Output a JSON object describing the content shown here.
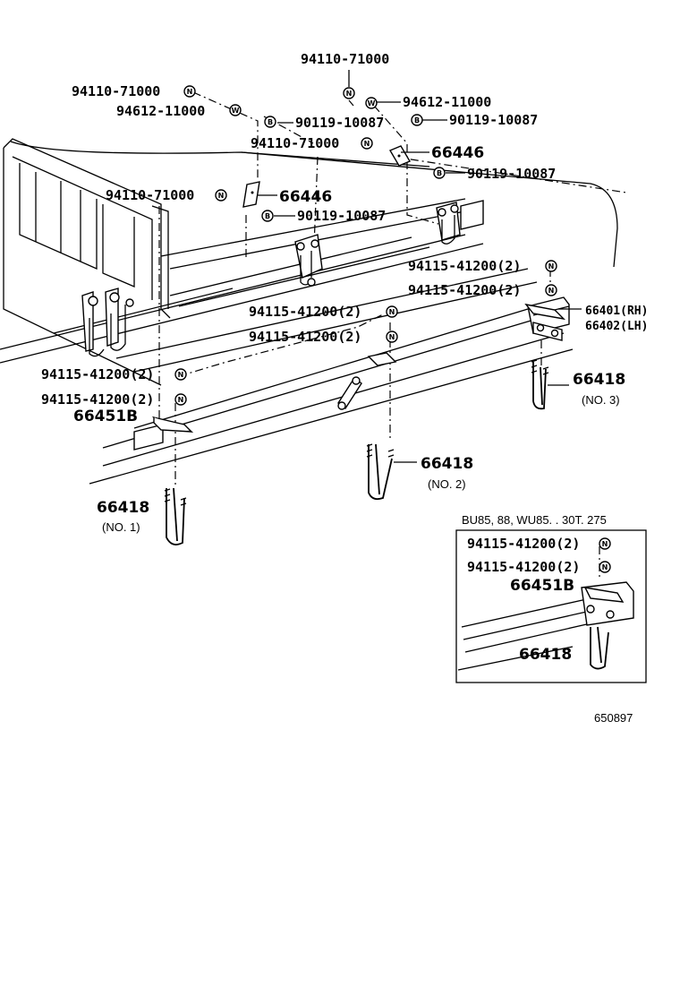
{
  "labels": {
    "n_top": "94110-71000",
    "n_left": "94110-71000",
    "w_left": "94612-11000",
    "w_right": "94612-11000",
    "b_top": "90119-10087",
    "b_mid": "90119-10087",
    "n_mid": "94110-71000",
    "bracket_r": "66446",
    "b_right": "90119-10087",
    "n_lower": "94110-71000",
    "bracket_l": "66446",
    "b_lower": "90119-10087",
    "nut_r1": "94115-41200(2)",
    "nut_r2": "94115-41200(2)",
    "seat_rh": "66401(RH)",
    "seat_lh": "66402(LH)",
    "nut_c1": "94115-41200(2)",
    "nut_c2": "94115-41200(2)",
    "nut_l1": "94115-41200(2)",
    "nut_l2": "94115-41200(2)",
    "bolt3": "66418",
    "bolt3_no": "(NO. 3)",
    "seat_b": "66451B",
    "bolt2": "66418",
    "bolt2_no": "(NO. 2)",
    "bolt1": "66418",
    "bolt1_no": "(NO. 1)"
  },
  "inset": {
    "caption": "BU85, 88, WU85. . 30T. 275",
    "nut1": "94115-41200(2)",
    "nut2": "94115-41200(2)",
    "seat": "66451B",
    "bolt": "66418"
  },
  "symbols": {
    "nut": "N",
    "washer": "W",
    "bolt": "B"
  },
  "figure_id": "650897"
}
